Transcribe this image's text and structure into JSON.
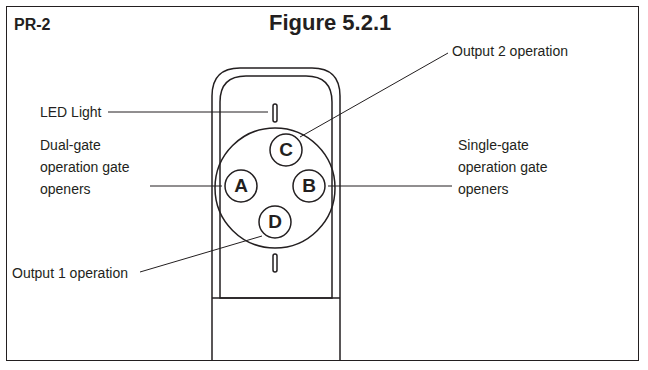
{
  "diagram": {
    "title": "Figure 5.2.1",
    "nodes": [
      {
        "text": [
          "C"
        ]
      },
      {
        "text": [
          "A"
        ]
      },
      {
        "text": [
          "B"
        ]
      },
      {
        "text": [
          "D"
        ]
      }
    ],
    "labels": [
      "PR-2",
      "LED Light",
      "Output 2 operation",
      "Dual-gate operation gate openers",
      "Single-gate operation gate openers",
      "Output 1 operation"
    ]
  }
}
